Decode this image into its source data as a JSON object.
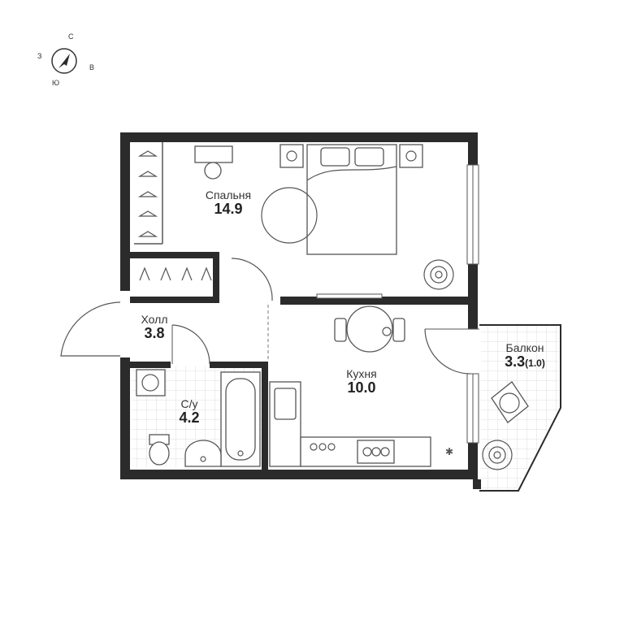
{
  "compass": {
    "north": "С",
    "west": "З",
    "east": "В",
    "south": "Ю"
  },
  "rooms": {
    "bedroom": {
      "name": "Спальня",
      "area": "14.9"
    },
    "hall": {
      "name": "Холл",
      "area": "3.8"
    },
    "bath": {
      "name": "С/у",
      "area": "4.2"
    },
    "kitchen": {
      "name": "Кухня",
      "area": "10.0"
    },
    "balcony": {
      "name": "Балкон",
      "area": "3.3",
      "area_reduced": "(1.0)"
    }
  },
  "icons": [
    "compass-arrow-icon",
    "hanger-icon",
    "bed-icon",
    "nightstand-icon",
    "plant-icon",
    "table-icon",
    "chair-icon",
    "sink-icon",
    "stove-icon",
    "toilet-icon",
    "bathtub-icon",
    "washing-machine-icon",
    "armchair-icon"
  ],
  "colors": {
    "wall": "#2b2b2b",
    "tile": "#dcdcdc",
    "furniture_stroke": "#555555"
  }
}
